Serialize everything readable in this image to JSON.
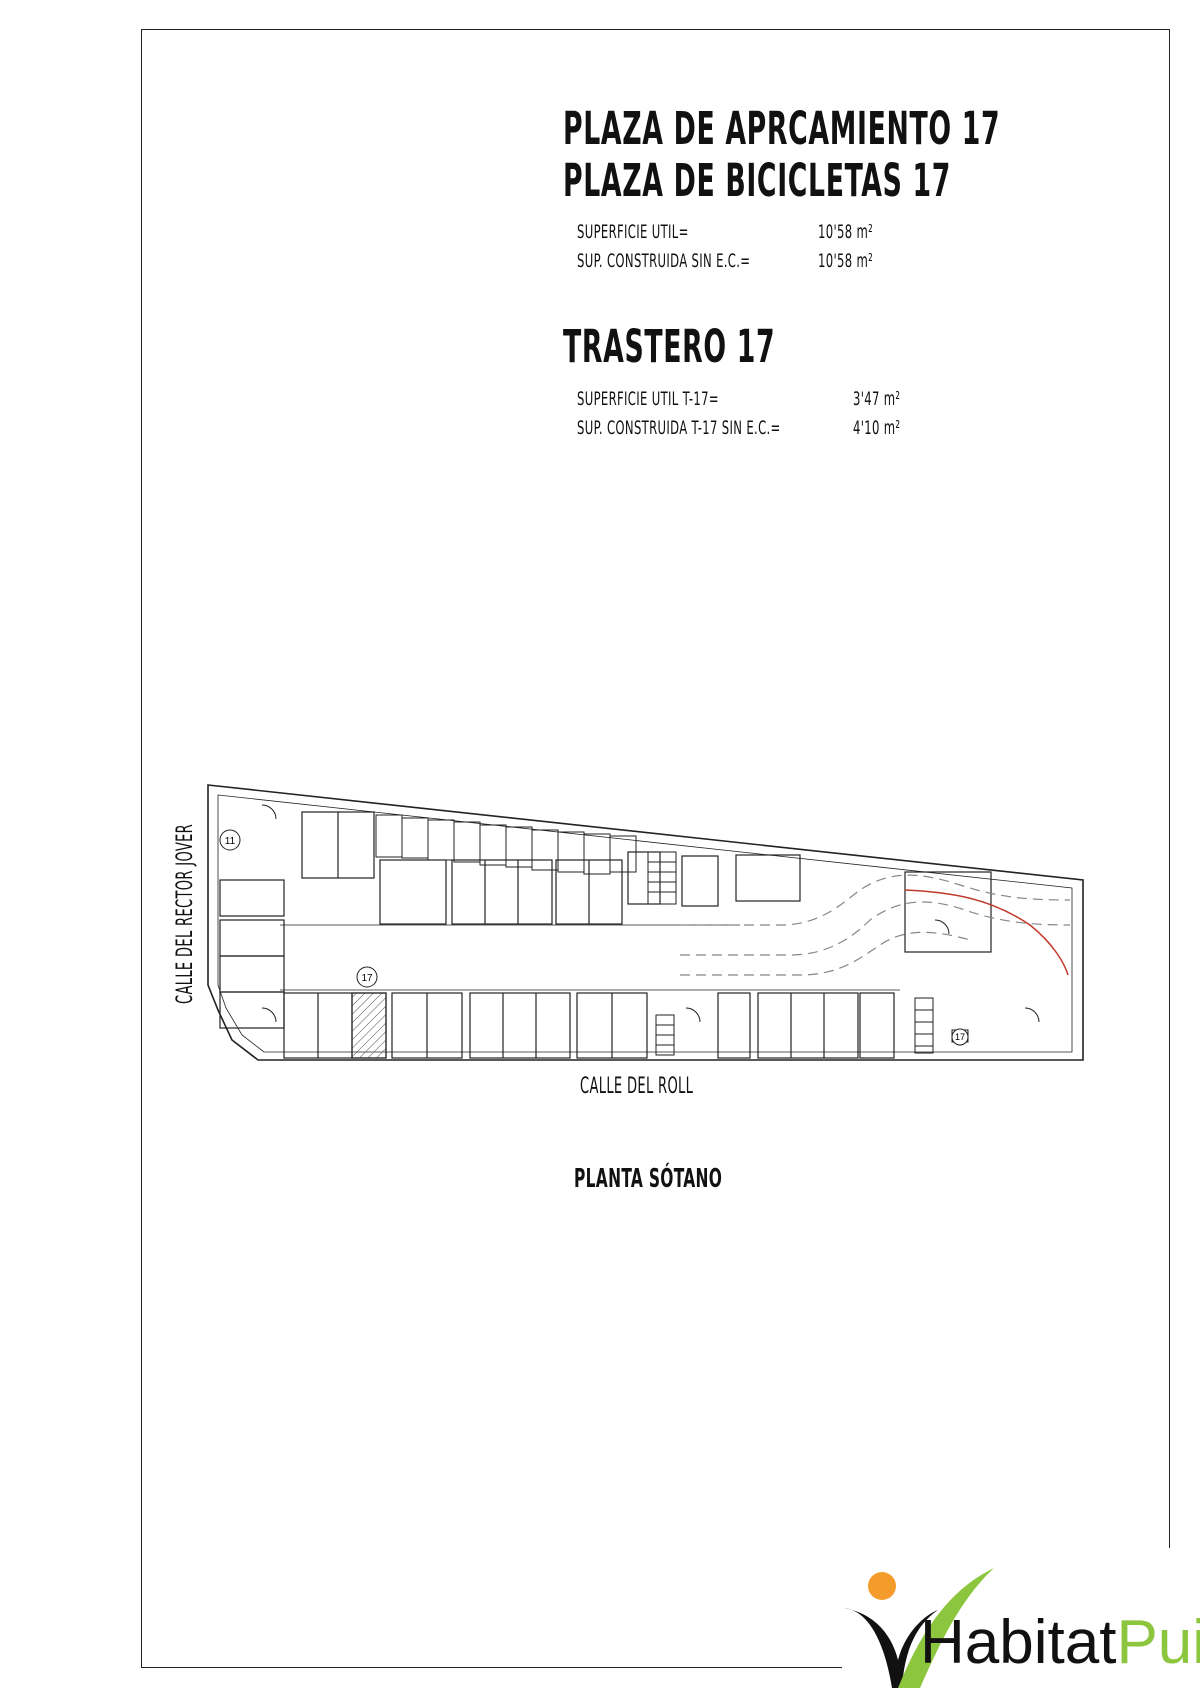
{
  "header": {
    "title_line1": "PLAZA DE APRCAMIENTO 17",
    "title_line2": "PLAZA DE BICICLETAS 17"
  },
  "parking_specs": [
    {
      "label": "SUPERFICIE UTIL=",
      "value": "10'58 m²"
    },
    {
      "label": "SUP. CONSTRUIDA SIN E.C.=",
      "value": "10'58 m²"
    }
  ],
  "storage": {
    "title": "TRASTERO 17",
    "specs": [
      {
        "label": "SUPERFICIE UTIL T-17=",
        "value": "3'47 m²"
      },
      {
        "label": "SUP. CONSTRUIDA T-17 SIN E.C.=",
        "value": "4'10 m²"
      }
    ]
  },
  "plan": {
    "street_left": "CALLE DEL RECTOR JOVER",
    "street_bottom": "CALLE DEL ROLL",
    "floor_label": "PLANTA SÓTANO",
    "marker_parking": "17",
    "marker_storage": "17",
    "marker_bike": "11"
  },
  "logo": {
    "word1": "Habitat",
    "word2": "Puig",
    "colors": {
      "green": "#8cc63f",
      "orange": "#f39c2b",
      "dark": "#111111"
    }
  }
}
